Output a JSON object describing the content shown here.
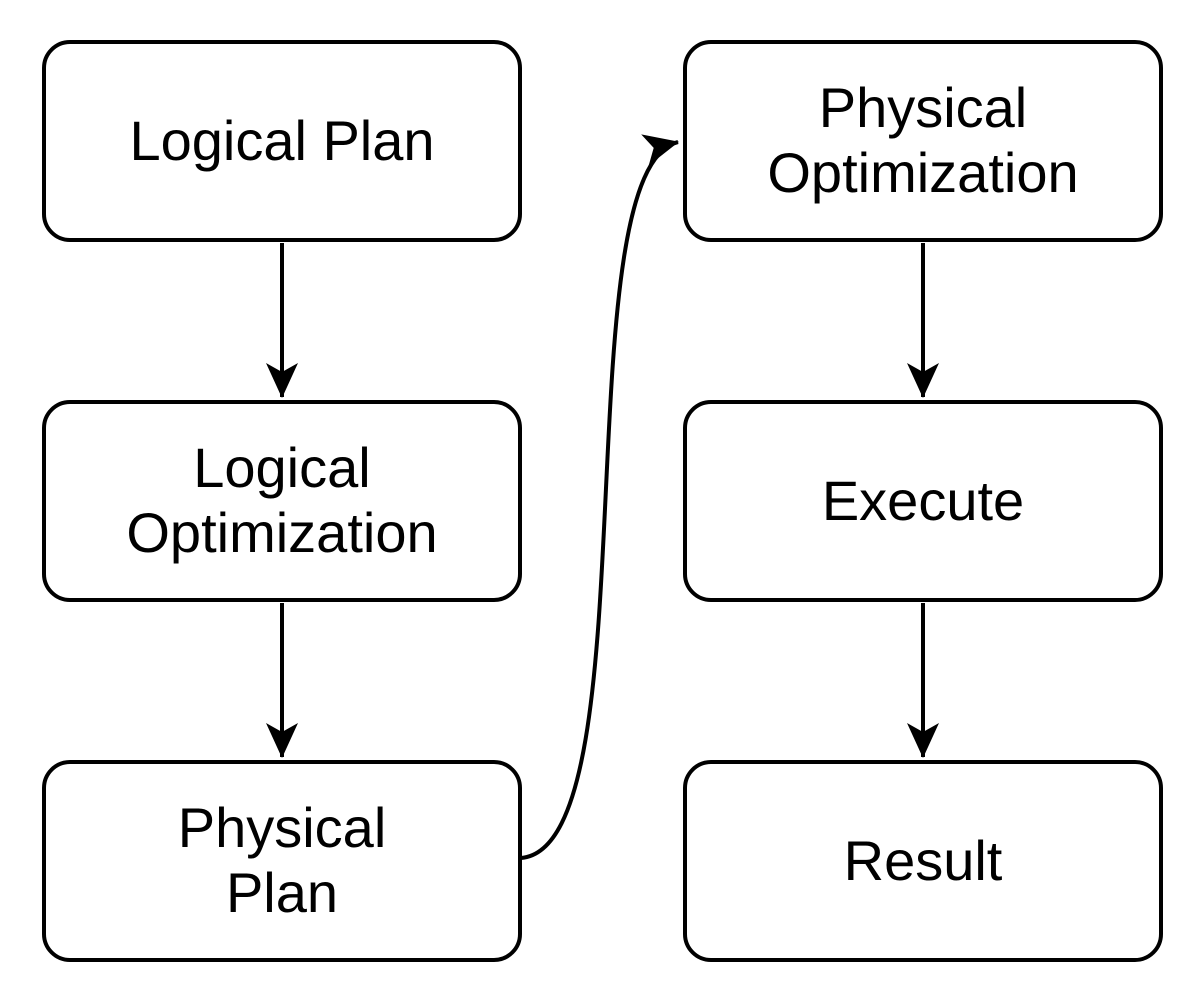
{
  "diagram": {
    "type": "flowchart",
    "background_color": "#ffffff",
    "stroke_color": "#000000",
    "node_fill_color": "#ffffff",
    "text_color": "#000000",
    "nodes": [
      {
        "id": "logical-plan",
        "label": "Logical Plan"
      },
      {
        "id": "logical-optimization",
        "label": "Logical\nOptimization"
      },
      {
        "id": "physical-plan",
        "label": "Physical\nPlan"
      },
      {
        "id": "physical-optimization",
        "label": "Physical\nOptimization"
      },
      {
        "id": "execute",
        "label": "Execute"
      },
      {
        "id": "result",
        "label": "Result"
      }
    ],
    "edges": [
      {
        "from": "logical-plan",
        "to": "logical-optimization",
        "style": "straight-down"
      },
      {
        "from": "logical-optimization",
        "to": "physical-plan",
        "style": "straight-down"
      },
      {
        "from": "physical-plan",
        "to": "physical-optimization",
        "style": "curved-right-up"
      },
      {
        "from": "physical-optimization",
        "to": "execute",
        "style": "straight-down"
      },
      {
        "from": "execute",
        "to": "result",
        "style": "straight-down"
      }
    ]
  }
}
